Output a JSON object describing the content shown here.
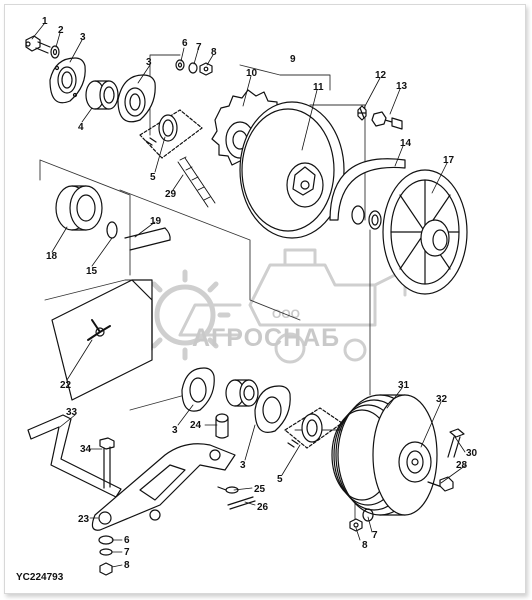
{
  "figure": {
    "code": "YC224793"
  },
  "watermark": {
    "company_prefix": "ООО",
    "company_name": "АГРОСНАБ"
  },
  "callouts": {
    "c1": "1",
    "c2": "2",
    "c3a": "3",
    "c3b": "3",
    "c4": "4",
    "c5a": "5",
    "c6a": "6",
    "c7a": "7",
    "c8a": "8",
    "c9": "9",
    "c10": "10",
    "c11": "11",
    "c12": "12",
    "c13": "13",
    "c14": "14",
    "c17": "17",
    "c29": "29",
    "c18": "18",
    "c19": "19",
    "c15": "15",
    "c22": "22",
    "c31": "31",
    "c32": "32",
    "c33": "33",
    "c34": "34",
    "c3c": "3",
    "c24": "24",
    "c3d": "3",
    "c5b": "5",
    "c30": "30",
    "c28": "28",
    "c7b": "7",
    "c8b": "8",
    "c25": "25",
    "c26": "26",
    "c23": "23",
    "c6b": "6",
    "c7c": "7",
    "c8c": "8"
  }
}
